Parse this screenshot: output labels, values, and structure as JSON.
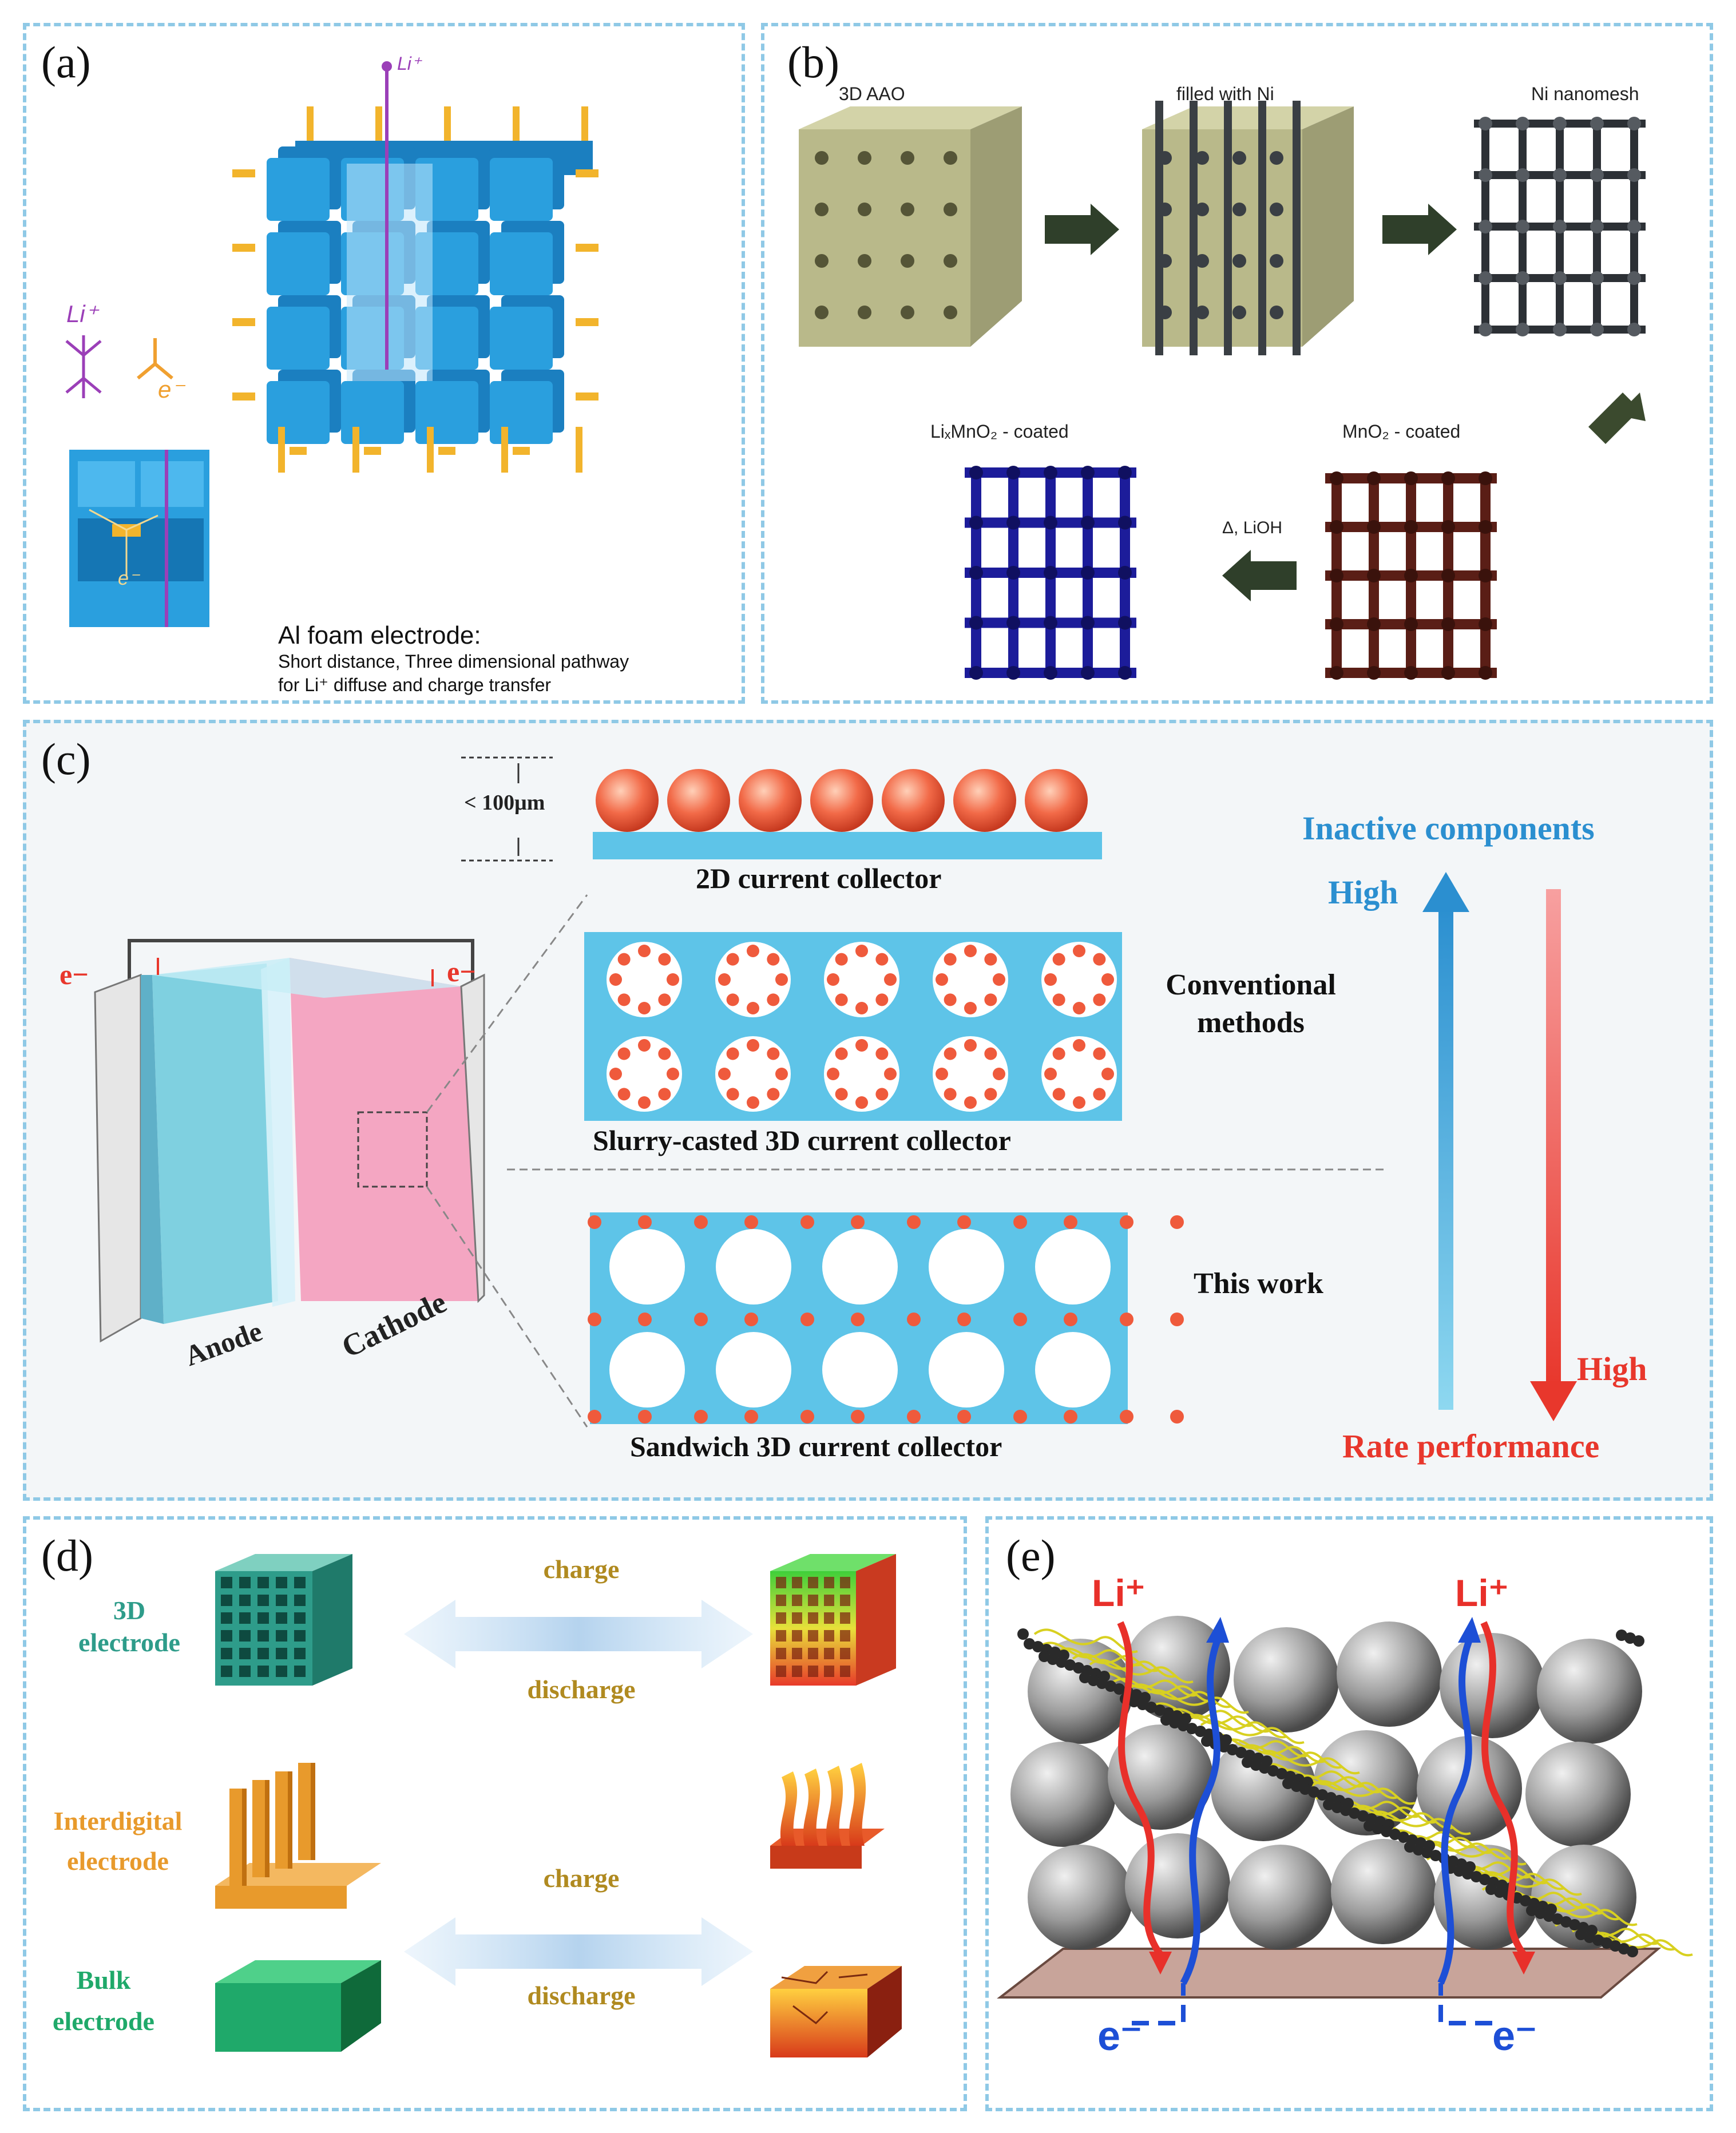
{
  "panels": {
    "a": {
      "label": "(a)",
      "li_top": "Li⁺",
      "li_left": "Li⁺",
      "e_left": "e⁻",
      "e_inset": "e⁻",
      "caption_title": "Al foam electrode:",
      "caption_line1": "Short distance, Three dimensional pathway",
      "caption_line2": "for Li⁺ diffuse and charge transfer",
      "colors": {
        "cube": "#2a9fde",
        "rod": "#f2b42c",
        "li": "#9b3fb8",
        "e": "#f0a030"
      }
    },
    "b": {
      "label": "(b)",
      "step1": "3D AAO",
      "step2": "filled with Ni",
      "step3": "Ni nanomesh",
      "step4": "MnO₂ - coated",
      "step5": "LiₓMnO₂ - coated",
      "arrow_label": "Δ, LiOH",
      "colors": {
        "aao": "#b9b98a",
        "ni": "#3a3f44",
        "mno2": "#5a1e16",
        "limno2": "#1c1c9a"
      }
    },
    "c": {
      "label": "(c)",
      "thickness": "< 100μm",
      "e_left": "e−",
      "e_right": "e−",
      "anode": "Anode",
      "cathode": "Cathode",
      "row1_caption": "2D current collector",
      "row2_caption": "Slurry-casted 3D current collector",
      "row3_caption": "Sandwich 3D current collector",
      "conventional_line1": "Conventional",
      "conventional_line2": "methods",
      "this_work": "This work",
      "inactive": "Inactive components",
      "high_blue": "High",
      "high_red": "High",
      "rate": "Rate performance",
      "colors": {
        "blue_text": "#2b8fd0",
        "red_text": "#e8372c",
        "collector": "#5ec4e8",
        "sphere": "#ef5a3c"
      }
    },
    "d": {
      "label": "(d)",
      "electrode_3d_line1": "3D",
      "electrode_3d_line2": "electrode",
      "interdigital_line1": "Interdigital",
      "interdigital_line2": "electrode",
      "bulk_line1": "Bulk",
      "bulk_line2": "electrode",
      "charge_top": "charge",
      "discharge_top": "discharge",
      "charge_bottom": "charge",
      "discharge_bottom": "discharge",
      "colors": {
        "teal": "#2e9c8a",
        "orange": "#e89a2c",
        "green": "#1fa96a",
        "gold": "#b08a20"
      }
    },
    "e": {
      "label": "(e)",
      "li_left": "Li⁺",
      "li_right": "Li⁺",
      "e_left": "e⁻",
      "e_right": "e⁻",
      "colors": {
        "li": "#e8302a",
        "e": "#1d4fd6",
        "particle": "#9a9a9a",
        "binder": "#d8d020"
      }
    }
  }
}
